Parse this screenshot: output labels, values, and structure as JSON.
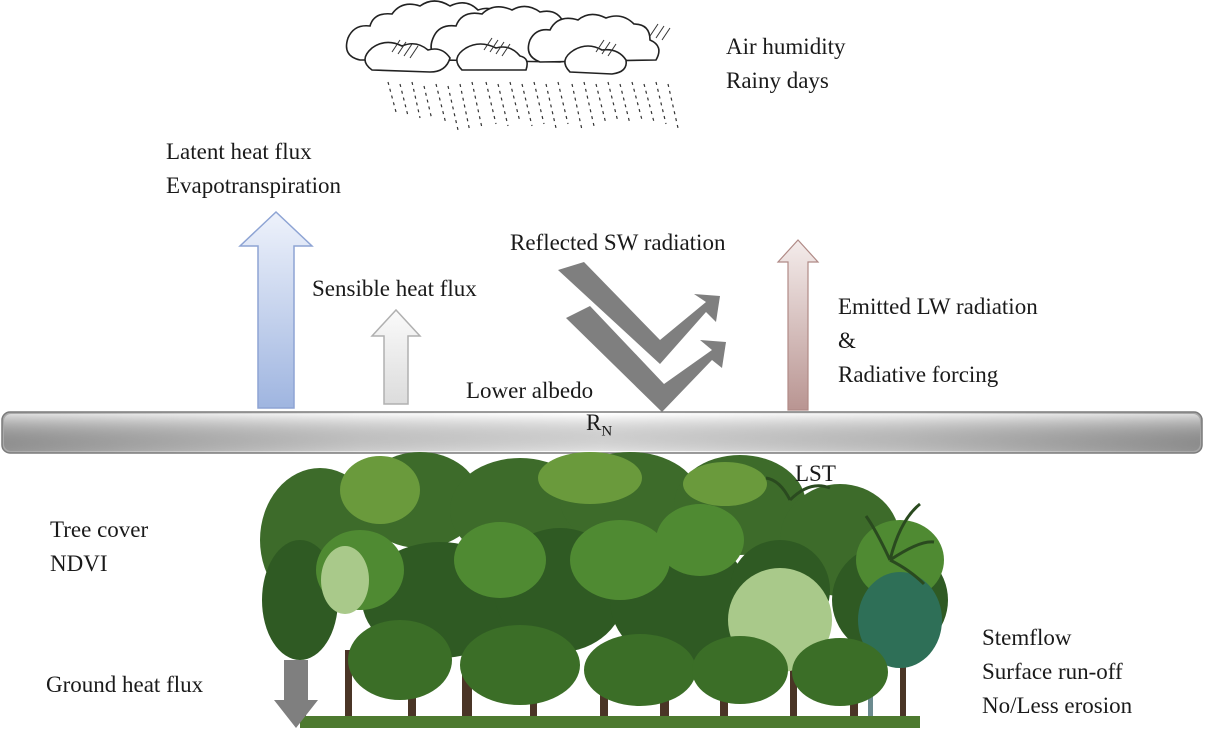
{
  "labels": {
    "air_humidity": "Air humidity",
    "rainy_days": "Rainy days",
    "latent_heat_flux": "Latent heat flux",
    "evapotranspiration": "Evapotranspiration",
    "sensible_heat_flux": "Sensible heat flux",
    "reflected_sw": "Reflected SW radiation",
    "emitted_lw": "Emitted LW radiation",
    "ampersand": "&",
    "radiative_forcing": "Radiative forcing",
    "lower_albedo": "Lower albedo",
    "rn_main": "R",
    "rn_sub": "N",
    "lst": "LST",
    "tree_cover": "Tree cover",
    "ndvi": "NDVI",
    "ground_heat_flux": "Ground heat flux",
    "stemflow": "Stemflow",
    "surface_runoff": "Surface run-off",
    "erosion": "No/Less erosion"
  },
  "colors": {
    "latent_arrow": "#a9bde3",
    "sensible_arrow": "#e8e8e8",
    "emitted_arrow": "#c9a9a6",
    "reflected_arrow": "#7f7f7f",
    "ground_arrow": "#7f7f7f",
    "surface_bar": "#b5b5b5",
    "forest_dark": "#2f5a23",
    "forest_mid": "#4f8a32",
    "forest_light": "#8fbf55"
  }
}
